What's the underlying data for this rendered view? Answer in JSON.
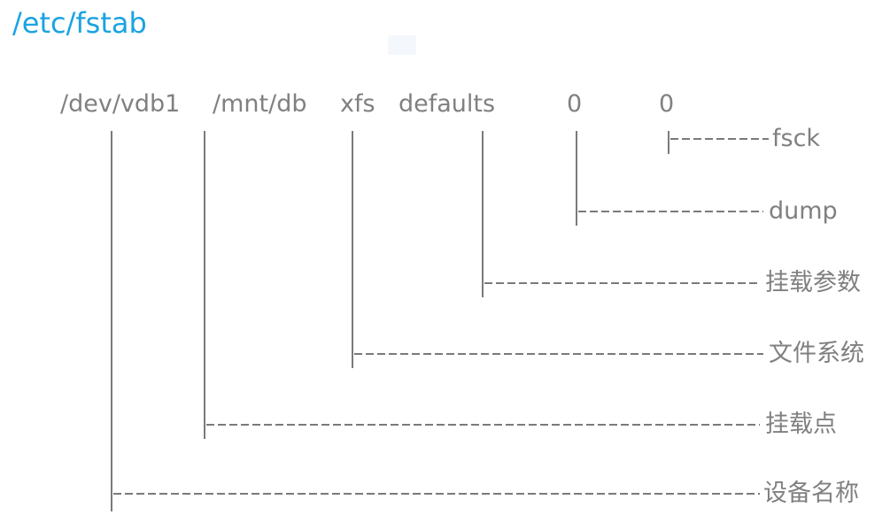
{
  "title": "/etc/fstab",
  "fields": [
    "/dev/vdb1",
    "/mnt/db",
    "xfs",
    "defaults",
    "0",
    "0"
  ],
  "descriptions": [
    "设备名称",
    "挂载点",
    "文件系统",
    "挂载参数",
    "dump",
    "fsck"
  ],
  "colors": {
    "title": "#1aa3e3",
    "text": "#808080",
    "lines": "#7a7a7a"
  }
}
